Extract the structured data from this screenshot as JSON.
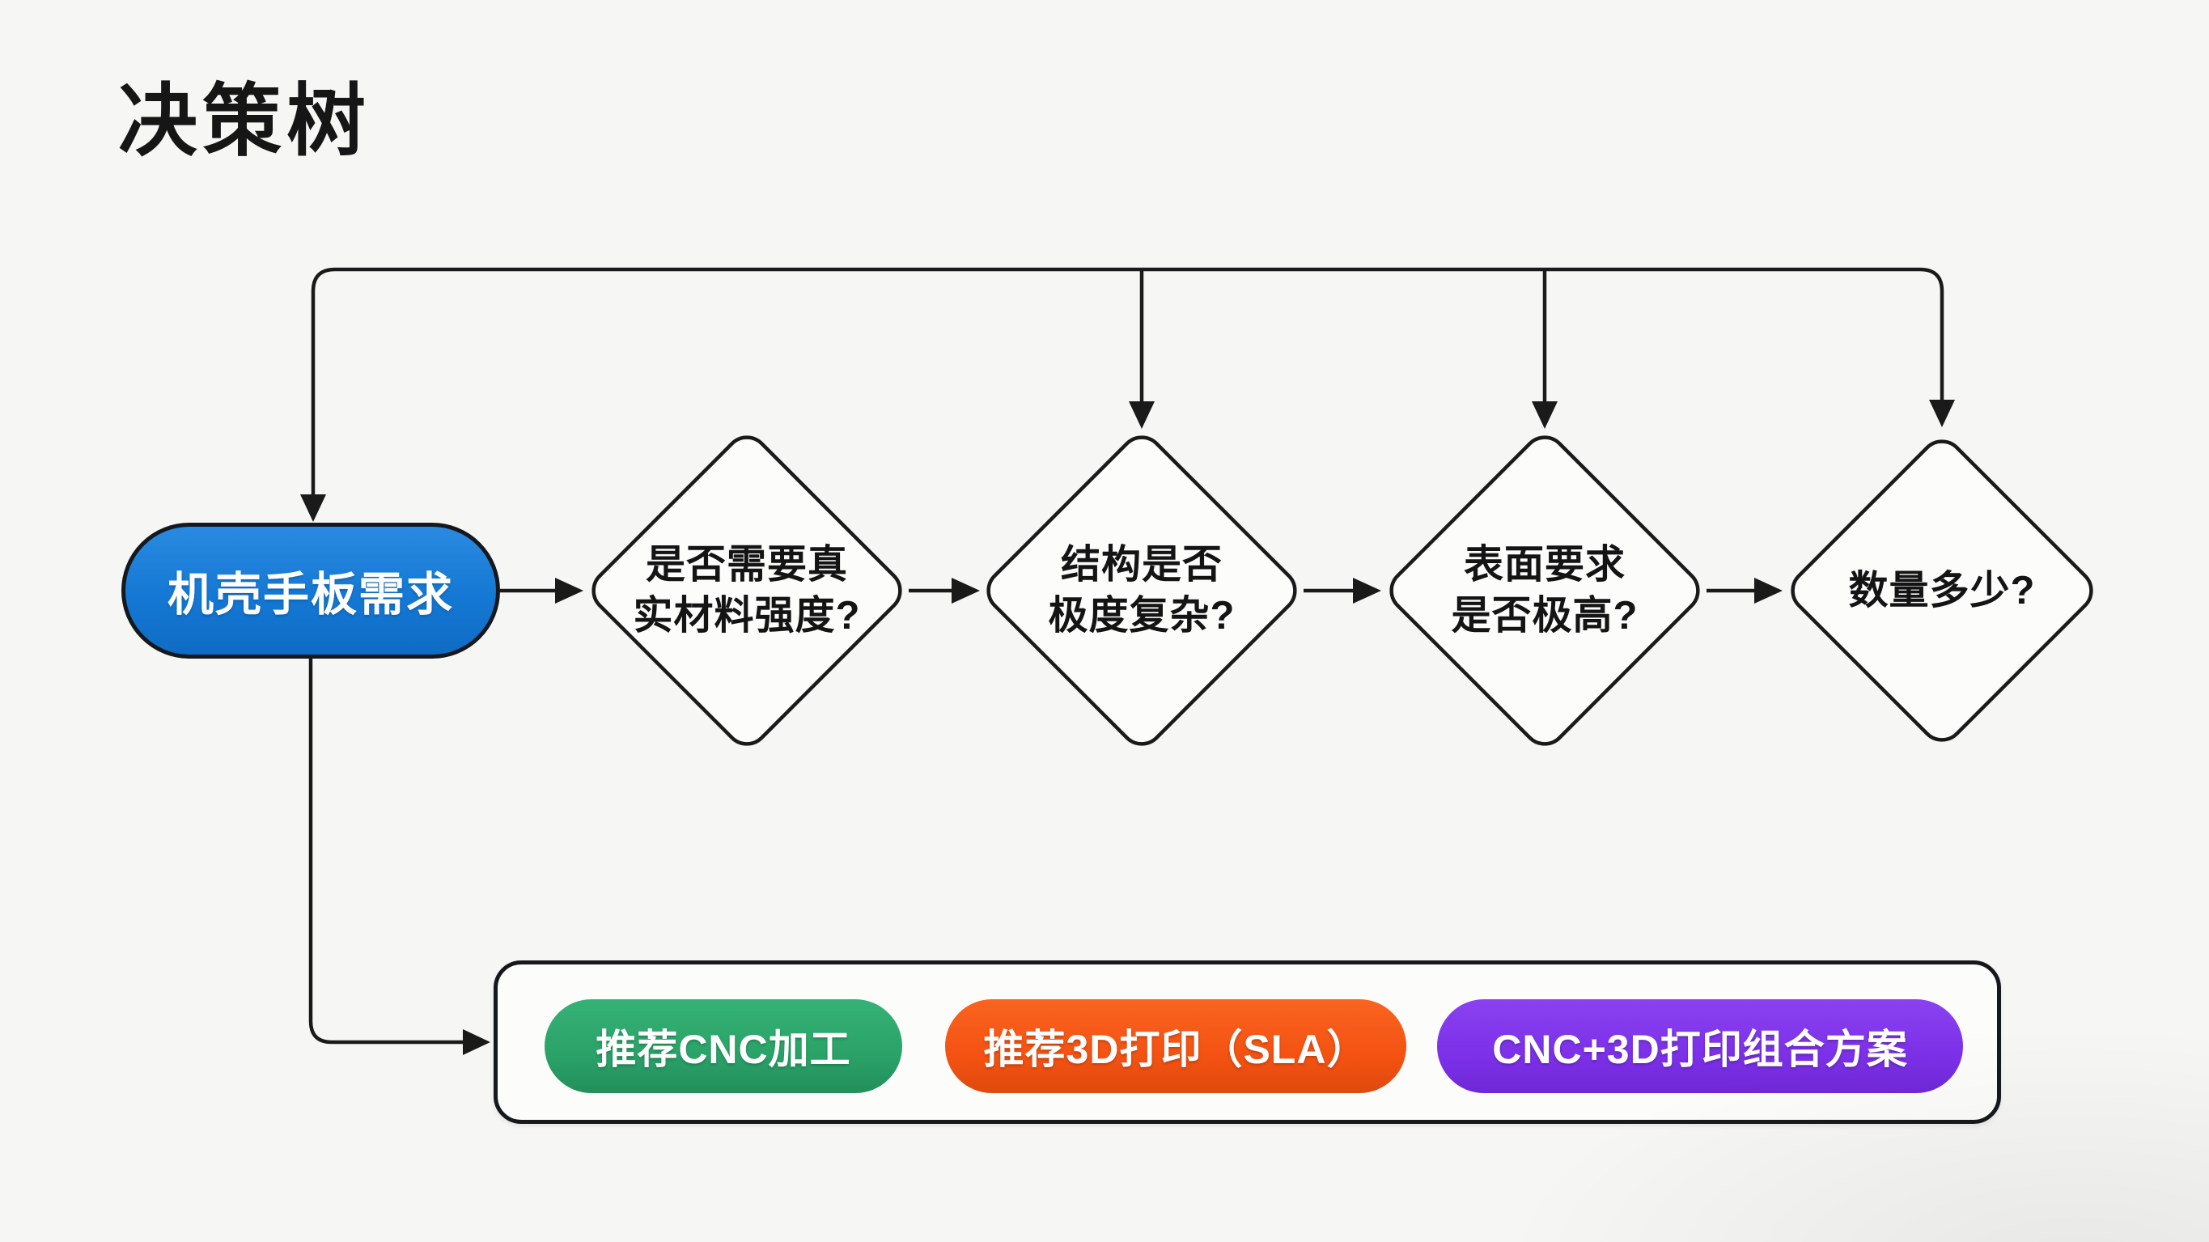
{
  "title": "决策树",
  "start_node": {
    "label": "机壳手板需求"
  },
  "decisions": [
    {
      "label": "是否需要真实材料强度?",
      "line1": "是否需要真",
      "line2": "实材料强度?"
    },
    {
      "label": "结构是否极度复杂?",
      "line1": "结构是否",
      "line2": "极度复杂?"
    },
    {
      "label": "表面要求是否极高?",
      "line1": "表面要求",
      "line2": "是否极高?"
    },
    {
      "label": "数量多少?",
      "line1": "数量多少?",
      "line2": ""
    }
  ],
  "outcomes": [
    {
      "label": "推荐CNC加工",
      "color": "#2aa268"
    },
    {
      "label": "推荐3D打印（SLA）",
      "color": "#f45212"
    },
    {
      "label": "CNC+3D打印组合方案",
      "color": "#7c30e8"
    }
  ],
  "colors": {
    "start_node": "#1478d4",
    "line": "#1a1a1a",
    "background": "#f6f6f4",
    "shape_fill": "#fcfcfb"
  }
}
